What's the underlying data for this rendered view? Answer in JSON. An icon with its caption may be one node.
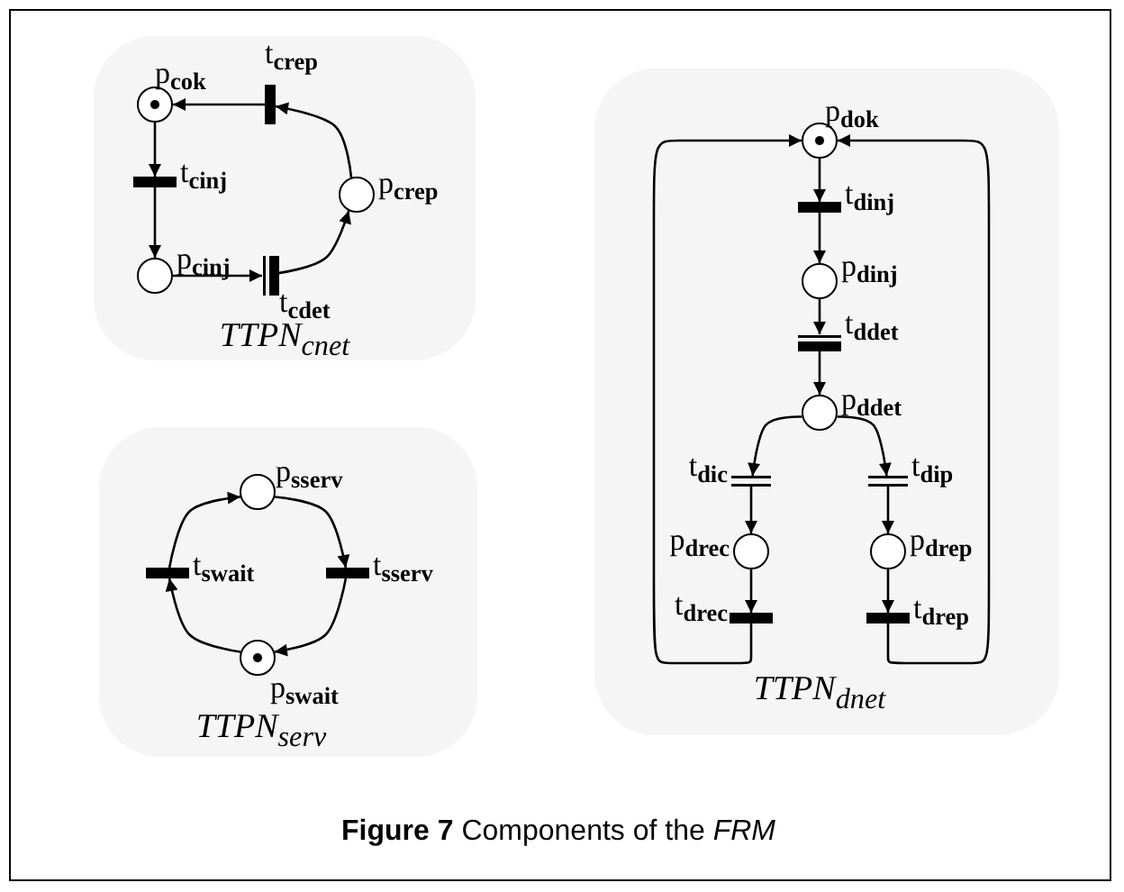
{
  "diagram": {
    "caption": "**Figure 7** Components of the *FRM*",
    "nodes": [
      {
        "text": [
          "TTPN$_{cnet}$"
        ]
      },
      {
        "text": [
          "p$_{cok}$"
        ],
        "in": 0
      },
      {
        "text": [
          "t$_{crep}$"
        ],
        "in": 0
      },
      {
        "text": [
          "t$_{cinj}$"
        ],
        "in": 0
      },
      {
        "text": [
          "p$_{crep}$"
        ],
        "in": 0
      },
      {
        "text": [
          "p$_{cinj}$"
        ],
        "in": 0
      },
      {
        "text": [
          "t$_{cdet}$"
        ],
        "in": 0
      },
      {
        "text": [
          "TTPN$_{serv}$"
        ]
      },
      {
        "text": [
          "p$_{sserv}$"
        ],
        "in": 7
      },
      {
        "text": [
          "t$_{swait}$"
        ],
        "in": 7
      },
      {
        "text": [
          "t$_{sserv}$"
        ],
        "in": 7
      },
      {
        "text": [
          "p$_{swait}$"
        ],
        "in": 7
      },
      {
        "text": [
          "TTPN$_{dnet}$"
        ]
      },
      {
        "text": [
          "p$_{dok}$"
        ],
        "in": 12
      },
      {
        "text": [
          "t$_{dinj}$"
        ],
        "in": 12
      },
      {
        "text": [
          "p$_{dinj}$"
        ],
        "in": 12
      },
      {
        "text": [
          "t$_{ddet}$"
        ],
        "in": 12
      },
      {
        "text": [
          "p$_{ddet}$"
        ],
        "in": 12
      },
      {
        "text": [
          "t$_{dic}$"
        ],
        "in": 12
      },
      {
        "text": [
          "t$_{dip}$"
        ],
        "in": 12
      },
      {
        "text": [
          "p$_{drec}$"
        ],
        "in": 12
      },
      {
        "text": [
          "p$_{drep}$"
        ],
        "in": 12
      },
      {
        "text": [
          "t$_{drec}$"
        ],
        "in": 12
      },
      {
        "text": [
          "t$_{drep}$"
        ],
        "in": 12
      }
    ],
    "edges": [
      {
        "from": 1,
        "to": 3,
        "arrow": "to"
      },
      {
        "from": 3,
        "to": 5,
        "arrow": "to"
      },
      {
        "from": 5,
        "to": 6,
        "arrow": "to"
      },
      {
        "from": 6,
        "to": 4,
        "arrow": "to"
      },
      {
        "from": 4,
        "to": 2,
        "arrow": "to"
      },
      {
        "from": 2,
        "to": 1,
        "arrow": "to"
      },
      {
        "from": 8,
        "to": 10,
        "arrow": "to"
      },
      {
        "from": 10,
        "to": 11,
        "arrow": "to"
      },
      {
        "from": 11,
        "to": 9,
        "arrow": "to"
      },
      {
        "from": 9,
        "to": 8,
        "arrow": "to"
      },
      {
        "from": 13,
        "to": 14,
        "arrow": "to"
      },
      {
        "from": 14,
        "to": 15,
        "arrow": "to"
      },
      {
        "from": 15,
        "to": 16,
        "arrow": "to"
      },
      {
        "from": 16,
        "to": 17,
        "arrow": "to"
      },
      {
        "from": 17,
        "to": 18,
        "arrow": "to"
      },
      {
        "from": 17,
        "to": 19,
        "arrow": "to"
      },
      {
        "from": 18,
        "to": 20,
        "arrow": "to"
      },
      {
        "from": 19,
        "to": 21,
        "arrow": "to"
      },
      {
        "from": 20,
        "to": 22,
        "arrow": "to"
      },
      {
        "from": 21,
        "to": 23,
        "arrow": "to"
      },
      {
        "from": 22,
        "to": 13,
        "arrow": "to"
      },
      {
        "from": 23,
        "to": 13,
        "arrow": "to"
      }
    ]
  }
}
